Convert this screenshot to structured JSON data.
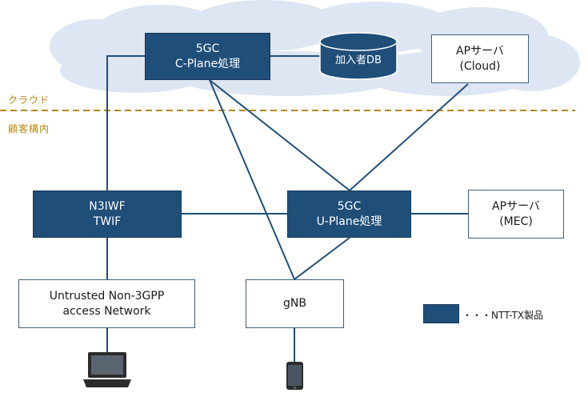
{
  "zones": {
    "cloud_label": "クラウド",
    "premises_label": "顧客構内"
  },
  "nodes": {
    "cplane": {
      "line1": "5GC",
      "line2": "C-Plane処理"
    },
    "subscriber_db": {
      "label": "加入者DB"
    },
    "ap_cloud": {
      "line1": "APサーバ",
      "line2": "(Cloud)"
    },
    "n3iwf": {
      "line1": "N3IWF",
      "line2": "TWIF"
    },
    "uplane": {
      "line1": "5GC",
      "line2": "U-Plane処理"
    },
    "ap_mec": {
      "line1": "APサーバ",
      "line2": "(MEC)"
    },
    "untrusted": {
      "line1": "Untrusted Non-3GPP",
      "line2": "access Network"
    },
    "gnb": {
      "label": "gNB"
    }
  },
  "legend": {
    "text": "・・・NTT-TX製品"
  },
  "colors": {
    "product_fill": "#1f4e79",
    "cloud_fill": "#dde6f2",
    "divider": "#b8860b",
    "link": "#1f4e79"
  }
}
